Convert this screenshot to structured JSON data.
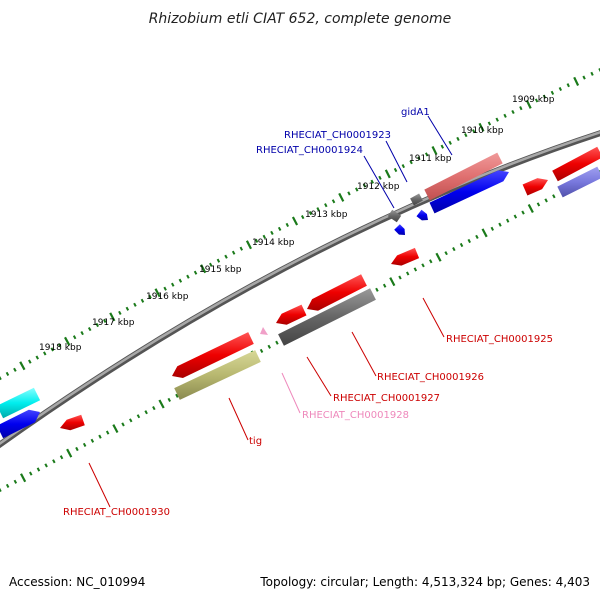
{
  "title": "Rhizobium etli CIAT 652, complete genome",
  "footer": {
    "accession": "Accession: NC_010994",
    "summary": "Topology: circular; Length: 4,513,324 bp; Genes: 4,403"
  },
  "colors": {
    "forward_gene": "#ee0000",
    "reverse_gene": "#0000ee",
    "pseudo_gene": "#606060",
    "tick_marks": "#1a7a1a",
    "label_blue": "#0000aa",
    "label_red": "#cc0000",
    "label_pink": "#ee88bb",
    "backbone": "#808080"
  },
  "ticks": [
    {
      "label": "1909 kbp"
    },
    {
      "label": "1910 kbp"
    },
    {
      "label": "1911 kbp"
    },
    {
      "label": "1912 kbp"
    },
    {
      "label": "1913 kbp"
    },
    {
      "label": "1914 kbp"
    },
    {
      "label": "1915 kbp"
    },
    {
      "label": "1916 kbp"
    },
    {
      "label": "1917 kbp"
    },
    {
      "label": "1918 kbp"
    }
  ],
  "genes": [
    {
      "name": "gidA1",
      "kind": "blue"
    },
    {
      "name": "RHECIAT_CH0001923",
      "kind": "blue"
    },
    {
      "name": "RHECIAT_CH0001924",
      "kind": "blue"
    },
    {
      "name": "RHECIAT_CH0001925",
      "kind": "red"
    },
    {
      "name": "RHECIAT_CH0001926",
      "kind": "red"
    },
    {
      "name": "RHECIAT_CH0001927",
      "kind": "red"
    },
    {
      "name": "RHECIAT_CH0001928",
      "kind": "pink"
    },
    {
      "name": "tig",
      "kind": "red"
    },
    {
      "name": "RHECIAT_CH0001930",
      "kind": "red"
    }
  ]
}
